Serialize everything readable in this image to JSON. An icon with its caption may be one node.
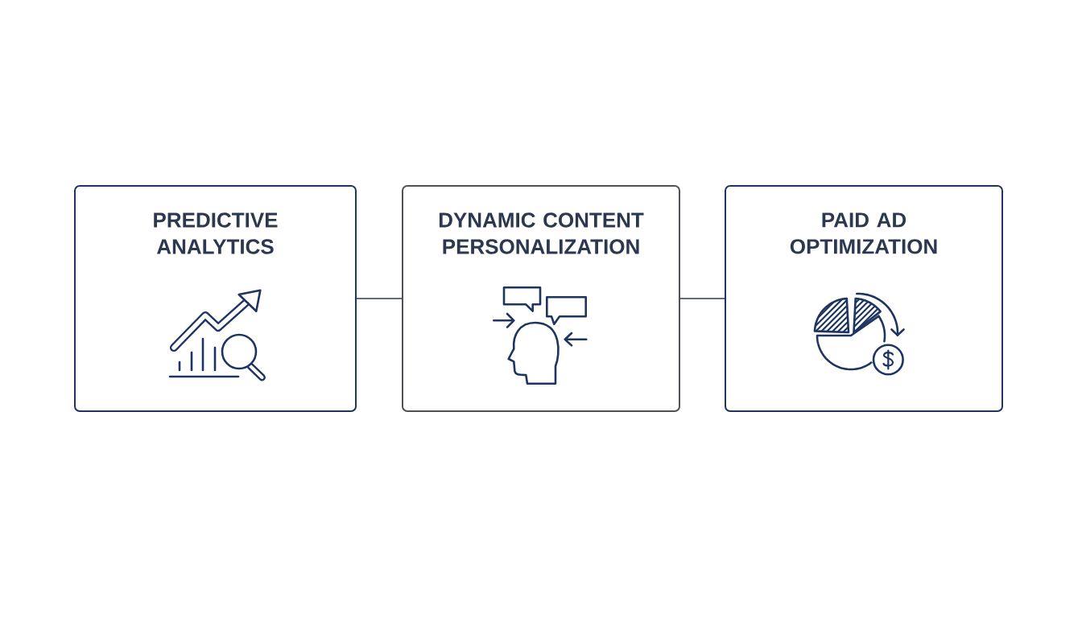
{
  "diagram": {
    "nodes": [
      {
        "text": [
          "PREDICTIVE ANALYTICS"
        ]
      },
      {
        "text": [
          "DYNAMIC CONTENT PERSONALIZATION"
        ]
      },
      {
        "text": [
          "PAID AD OPTIMIZATION"
        ]
      }
    ],
    "edges": [
      {
        "from": 0,
        "to": 1,
        "arrow": "none"
      },
      {
        "from": 1,
        "to": 2,
        "arrow": "none"
      }
    ]
  }
}
